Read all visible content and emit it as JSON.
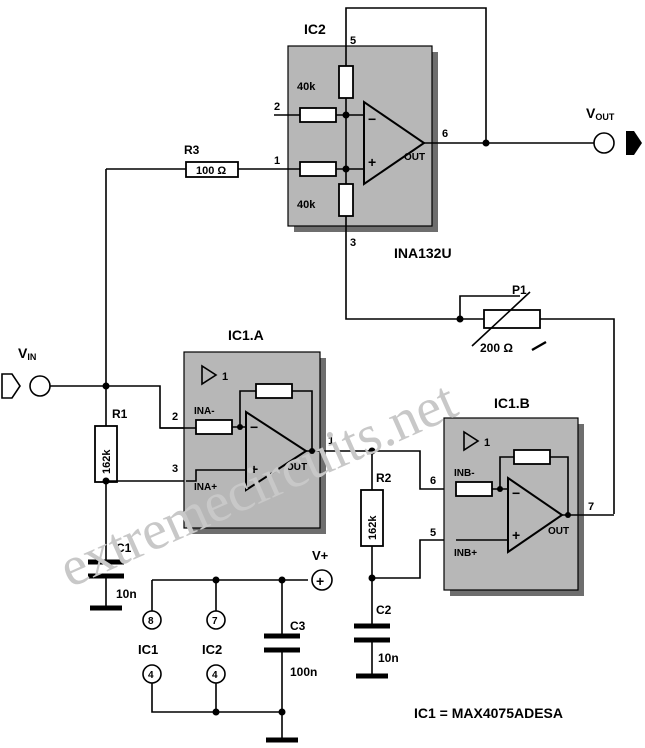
{
  "chips": {
    "ic2": {
      "name": "IC2",
      "part": "INA132U",
      "r_top": "40k",
      "r_bot": "40k",
      "out": "OUT",
      "minus": "−",
      "plus": "+"
    },
    "ic1a": {
      "name": "IC1.A",
      "channel": "1",
      "in_minus": "INA-",
      "in_plus": "INA+",
      "out": "OUT",
      "minus": "−",
      "plus": "+"
    },
    "ic1b": {
      "name": "IC1.B",
      "channel": "1",
      "in_minus": "INB-",
      "in_plus": "INB+",
      "out": "OUT",
      "minus": "−",
      "plus": "+"
    }
  },
  "pins": {
    "ic2_p5": "5",
    "ic2_p2": "2",
    "ic2_p1": "1",
    "ic2_p3": "3",
    "ic2_p6": "6",
    "ic1a_p2": "2",
    "ic1a_p3": "3",
    "ic1a_p1": "1",
    "ic1b_p6": "6",
    "ic1b_p5": "5",
    "ic1b_p7": "7"
  },
  "components": {
    "r3_name": "R3",
    "r3_value": "100 Ω",
    "r1_name": "R1",
    "r1_value": "162k",
    "r2_name": "R2",
    "r2_value": "162k",
    "c1_name": "C1",
    "c1_value": "10n",
    "c2_name": "C2",
    "c2_value": "10n",
    "c3_name": "C3",
    "c3_value": "100n",
    "p1_name": "P1",
    "p1_value": "200 Ω"
  },
  "signals": {
    "vin_main": "V",
    "vin_sub": "IN",
    "vout_main": "V",
    "vout_sub": "OUT",
    "vplus": "V+",
    "plus_sign": "+"
  },
  "power_pins": {
    "ic1_label": "IC1",
    "ic2_label": "IC2",
    "ic1_top": "8",
    "ic1_bot": "4",
    "ic2_top": "7",
    "ic2_bot": "4"
  },
  "note": "IC1 = MAX4075ADESA",
  "watermark": "extremecircuits.net"
}
